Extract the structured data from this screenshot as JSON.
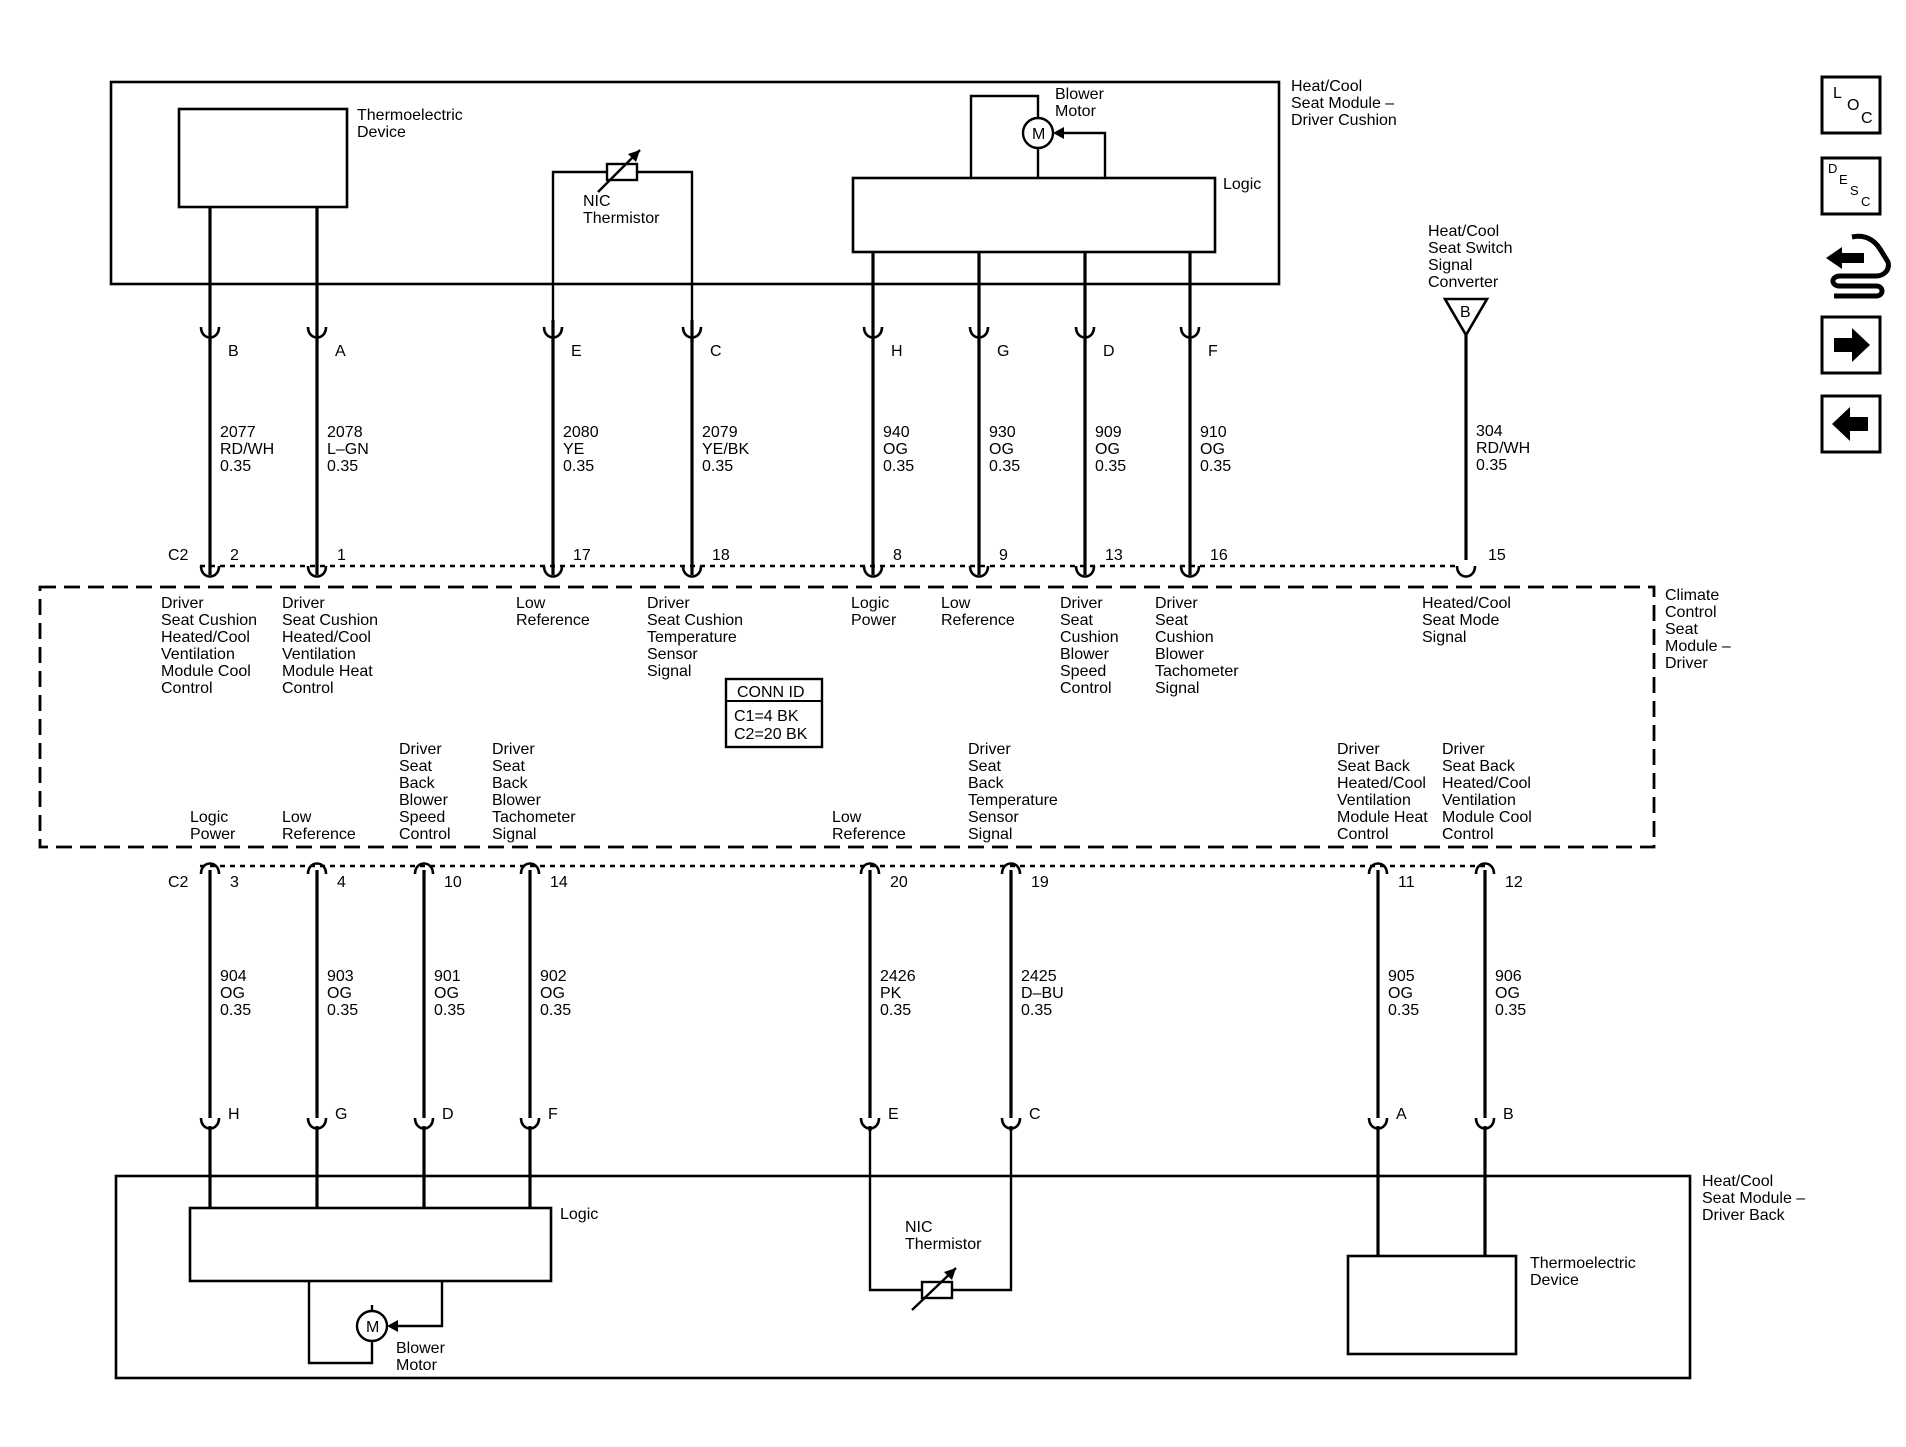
{
  "top_module": {
    "label": [
      "Heat/Cool",
      "Seat Module –",
      "Driver Cushion"
    ],
    "thermoelectric": [
      "Thermoelectric",
      "Device"
    ],
    "thermistor": [
      "NIC",
      "Thermistor"
    ],
    "blower": [
      "Blower",
      "Motor"
    ],
    "motor_symbol": "M",
    "logic": "Logic",
    "pins": [
      {
        "letter": "B",
        "circuit": "2077",
        "color": "RD/WH",
        "gauge": "0.35",
        "cm_pin": "2"
      },
      {
        "letter": "A",
        "circuit": "2078",
        "color": "L–GN",
        "gauge": "0.35",
        "cm_pin": "1"
      },
      {
        "letter": "E",
        "circuit": "2080",
        "color": "YE",
        "gauge": "0.35",
        "cm_pin": "17"
      },
      {
        "letter": "C",
        "circuit": "2079",
        "color": "YE/BK",
        "gauge": "0.35",
        "cm_pin": "18"
      },
      {
        "letter": "H",
        "circuit": "940",
        "color": "OG",
        "gauge": "0.35",
        "cm_pin": "8"
      },
      {
        "letter": "G",
        "circuit": "930",
        "color": "OG",
        "gauge": "0.35",
        "cm_pin": "9"
      },
      {
        "letter": "D",
        "circuit": "909",
        "color": "OG",
        "gauge": "0.35",
        "cm_pin": "13"
      },
      {
        "letter": "F",
        "circuit": "910",
        "color": "OG",
        "gauge": "0.35",
        "cm_pin": "16"
      }
    ]
  },
  "switch_converter": {
    "label": [
      "Heat/Cool",
      "Seat Switch",
      "Signal",
      "Converter"
    ],
    "letter": "B",
    "circuit": "304",
    "color": "RD/WH",
    "gauge": "0.35",
    "cm_pin": "15"
  },
  "climate_module": {
    "label": [
      "Climate",
      "Control",
      "Seat",
      "Module –",
      "Driver"
    ],
    "connector_top": "C2",
    "connector_bottom": "C2",
    "conn_id": {
      "title": "CONN ID",
      "lines": [
        "C1=4 BK",
        "C2=20 BK"
      ]
    },
    "top_functions": [
      [
        "Driver",
        "Seat Cushion",
        "Heated/Cool",
        "Ventilation",
        "Module Cool",
        "Control"
      ],
      [
        "Driver",
        "Seat Cushion",
        "Heated/Cool",
        "Ventilation",
        "Module Heat",
        "Control"
      ],
      [
        "Low",
        "Reference"
      ],
      [
        "Driver",
        "Seat Cushion",
        "Temperature",
        "Sensor",
        "Signal"
      ],
      [
        "Logic",
        "Power"
      ],
      [
        "Low",
        "Reference"
      ],
      [
        "Driver",
        "Seat",
        "Cushion",
        "Blower",
        "Speed",
        "Control"
      ],
      [
        "Driver",
        "Seat",
        "Cushion",
        "Blower",
        "Tachometer",
        "Signal"
      ],
      [
        "Heated/Cool",
        "Seat Mode",
        "Signal"
      ]
    ],
    "bottom_functions": [
      [
        "Logic",
        "Power"
      ],
      [
        "Low",
        "Reference"
      ],
      [
        "Driver",
        "Seat",
        "Back",
        "Blower",
        "Speed",
        "Control"
      ],
      [
        "Driver",
        "Seat",
        "Back",
        "Blower",
        "Tachometer",
        "Signal"
      ],
      [
        "Low",
        "Reference"
      ],
      [
        "Driver",
        "Seat",
        "Back",
        "Temperature",
        "Sensor",
        "Signal"
      ],
      [
        "Driver",
        "Seat Back",
        "Heated/Cool",
        "Ventilation",
        "Module Heat",
        "Control"
      ],
      [
        "Driver",
        "Seat Back",
        "Heated/Cool",
        "Ventilation",
        "Module Cool",
        "Control"
      ]
    ]
  },
  "bottom_module": {
    "label": [
      "Heat/Cool",
      "Seat Module –",
      "Driver Back"
    ],
    "logic": "Logic",
    "blower": [
      "Blower",
      "Motor"
    ],
    "motor_symbol": "M",
    "thermistor": [
      "NIC",
      "Thermistor"
    ],
    "thermoelectric": [
      "Thermoelectric",
      "Device"
    ],
    "pins": [
      {
        "letter": "H",
        "circuit": "904",
        "color": "OG",
        "gauge": "0.35",
        "cm_pin": "3"
      },
      {
        "letter": "G",
        "circuit": "903",
        "color": "OG",
        "gauge": "0.35",
        "cm_pin": "4"
      },
      {
        "letter": "D",
        "circuit": "901",
        "color": "OG",
        "gauge": "0.35",
        "cm_pin": "10"
      },
      {
        "letter": "F",
        "circuit": "902",
        "color": "OG",
        "gauge": "0.35",
        "cm_pin": "14"
      },
      {
        "letter": "E",
        "circuit": "2426",
        "color": "PK",
        "gauge": "0.35",
        "cm_pin": "20"
      },
      {
        "letter": "C",
        "circuit": "2425",
        "color": "D–BU",
        "gauge": "0.35",
        "cm_pin": "19"
      },
      {
        "letter": "A",
        "circuit": "905",
        "color": "OG",
        "gauge": "0.35",
        "cm_pin": "11"
      },
      {
        "letter": "B",
        "circuit": "906",
        "color": "OG",
        "gauge": "0.35",
        "cm_pin": "12"
      }
    ]
  },
  "nav": {
    "loc": [
      "L",
      "O",
      "C"
    ],
    "desc": [
      "D",
      "E",
      "S",
      "C"
    ],
    "icons": [
      "connector-repair-icon",
      "arrow-right-icon",
      "arrow-left-icon"
    ]
  }
}
